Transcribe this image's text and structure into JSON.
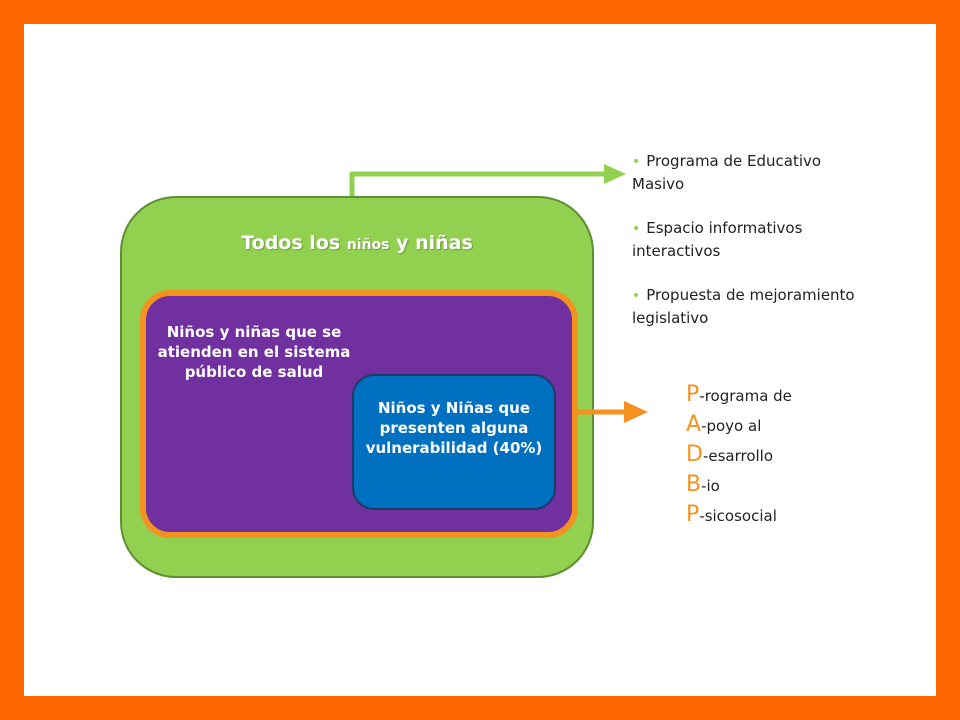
{
  "diagram": {
    "outer_box": {
      "title_part1": "Todos los",
      "title_small": "niños",
      "title_part2": "y niñas",
      "fill": "#92d050"
    },
    "middle_box": {
      "text": "Niños y niñas que se atienden en el sistema público de salud",
      "fill": "#7030a0",
      "border": "#f4921f"
    },
    "inner_box": {
      "text": "Niños y Niñas que presenten alguna vulnerabilidad  (40%)",
      "fill": "#0070c0"
    }
  },
  "programs": [
    "Programa de Educativo Masivo",
    "Espacio informativos interactivos",
    "Propuesta de mejoramiento legislativo"
  ],
  "acronym": [
    {
      "letter": "P",
      "rest": "-rograma de"
    },
    {
      "letter": "A",
      "rest": "-poyo al"
    },
    {
      "letter": "D",
      "rest": "-esarrollo"
    },
    {
      "letter": "B",
      "rest": "-io"
    },
    {
      "letter": "P",
      "rest": "-sicosocial"
    }
  ],
  "colors": {
    "frame": "#ff6600",
    "arrow_green": "#92d050",
    "arrow_orange": "#f4921f",
    "letter_accent": "#f4921f"
  }
}
